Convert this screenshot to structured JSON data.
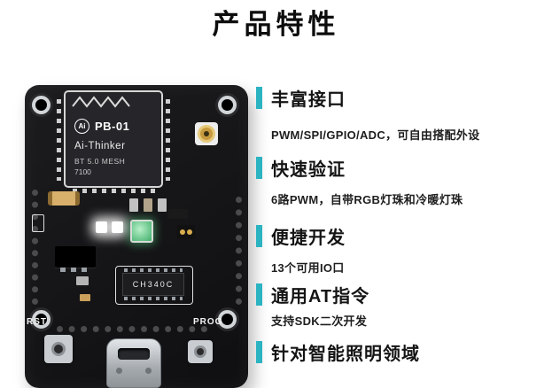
{
  "page": {
    "title": "产品特性",
    "accent_color": "#2bb3c2",
    "background": "#ffffff"
  },
  "board": {
    "module": {
      "logo_text": "Ai",
      "model": "PB-01",
      "brand": "Ai-Thinker",
      "spec": "BT 5.0 MESH",
      "code": "7100"
    },
    "usb_chip_label": "CH340C",
    "reset_label": "RST",
    "prog_label": "PROG"
  },
  "features": [
    {
      "heading": "丰富接口",
      "detail": "PWM/SPI/GPIO/ADC，可自由搭配外设"
    },
    {
      "heading": "快速验证",
      "detail": "6路PWM，自带RGB灯珠和冷暖灯珠"
    },
    {
      "heading": "便捷开发",
      "detail": "13个可用IO口"
    },
    {
      "heading": "通用AT指令",
      "detail": "支持SDK二次开发"
    },
    {
      "heading": "针对智能照明领域"
    }
  ]
}
